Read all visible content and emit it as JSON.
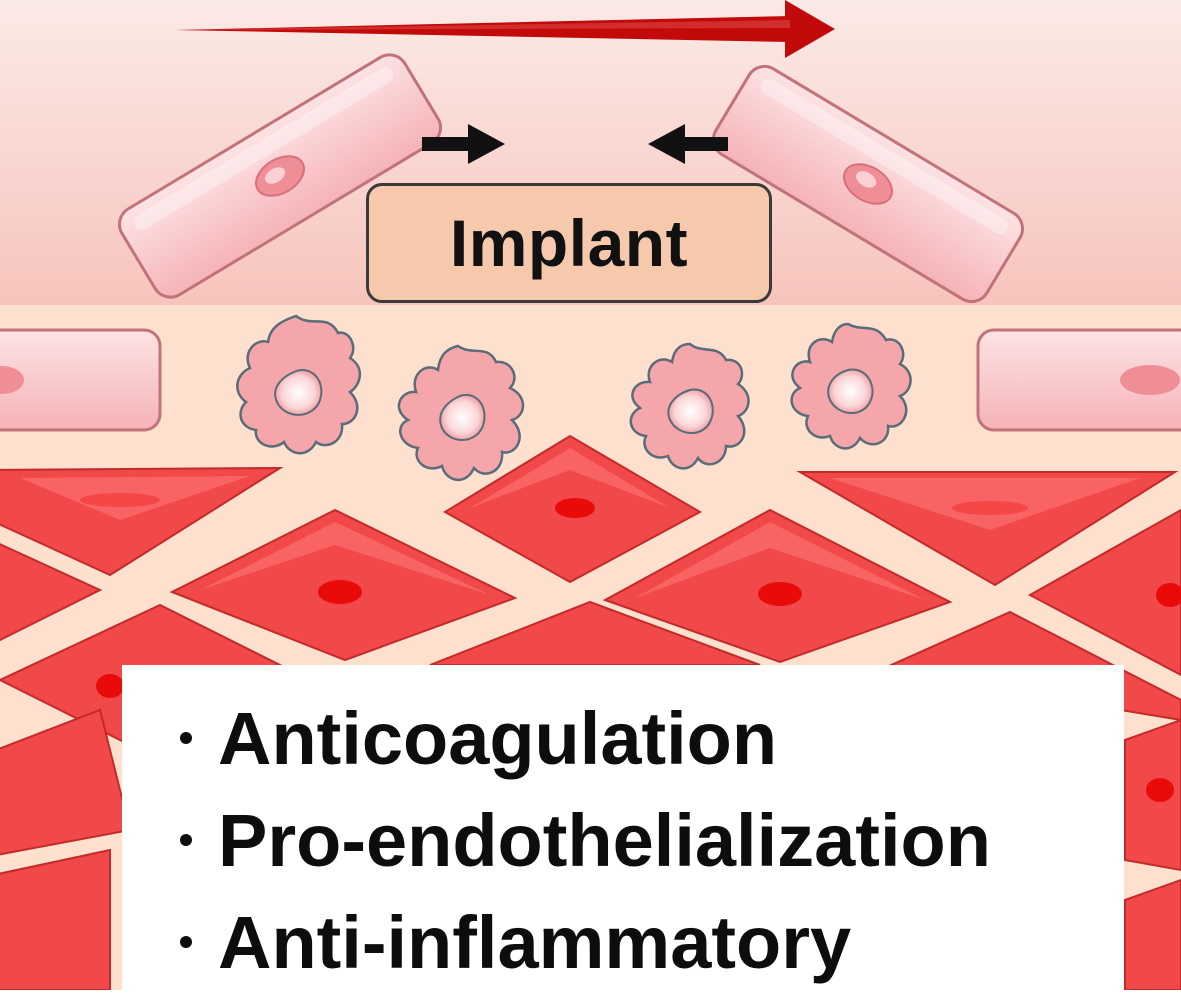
{
  "implant": {
    "label": "Implant"
  },
  "properties": [
    "Anticoagulation",
    "Pro-endothelialization",
    "Anti-inflammatory"
  ],
  "colors": {
    "flow_arrow": "#c20a0a",
    "lumen_top": "#fbeae6",
    "lumen_bottom": "#f7c4bd",
    "tissue_background": "#fde0ce",
    "endothelial_cell": "#f8c6c8",
    "endothelial_outline": "#c2737a",
    "macrophage": "#f4a6ab",
    "smooth_muscle_cell": "#f1484a",
    "smooth_muscle_nucleus": "#e90a0a",
    "implant_fill": "#f6c9ad",
    "migration_arrow": "#111111"
  },
  "icons": {
    "flow": "blood-flow-arrow-icon",
    "migration_left": "migration-arrow-right-icon",
    "migration_right": "migration-arrow-left-icon",
    "endothelial": "endothelial-cell-icon",
    "macrophage": "macrophage-icon",
    "smooth_muscle": "smooth-muscle-cell-icon"
  }
}
